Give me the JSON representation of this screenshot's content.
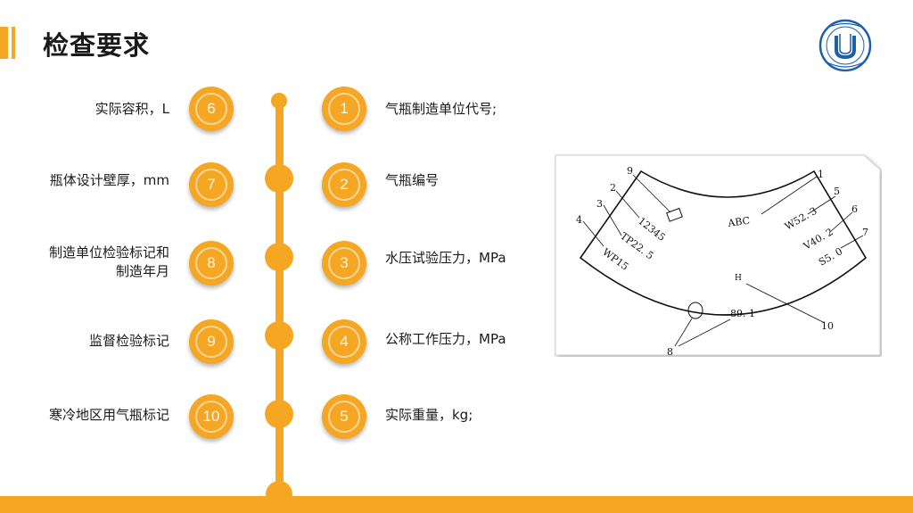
{
  "header": {
    "title": "检查要求"
  },
  "timeline": {
    "left": [
      {
        "number": "6",
        "label": "实际容积，L"
      },
      {
        "number": "7",
        "label": "瓶体设计壁厚，mm"
      },
      {
        "number": "8",
        "label_line1": "制造单位检验标记和",
        "label_line2": "制造年月"
      },
      {
        "number": "9",
        "label": "监督检验标记"
      },
      {
        "number": "10",
        "label": "寒冷地区用气瓶标记"
      }
    ],
    "right": [
      {
        "number": "1",
        "label": "气瓶制造单位代号;"
      },
      {
        "number": "2",
        "label": "气瓶编号"
      },
      {
        "number": "3",
        "label": "水压试验压力，MPa"
      },
      {
        "number": "4",
        "label": "公称工作压力，MPa"
      },
      {
        "number": "5",
        "label": "实际重量，kg;"
      }
    ]
  },
  "diagram": {
    "callouts": [
      "1",
      "2",
      "3",
      "4",
      "5",
      "6",
      "7",
      "8",
      "9",
      "10"
    ],
    "stamps": {
      "abc": "ABC",
      "serial": "12345",
      "tp": "TP22. 5",
      "wp": "WP15",
      "w": "W52. 3",
      "v": "V40. 2",
      "s": "S5. 0",
      "h": "H",
      "date": "89. 1"
    }
  },
  "colors": {
    "accent": "#f5a623",
    "text": "#1a1a1a",
    "logo": "#1d5fa8"
  }
}
